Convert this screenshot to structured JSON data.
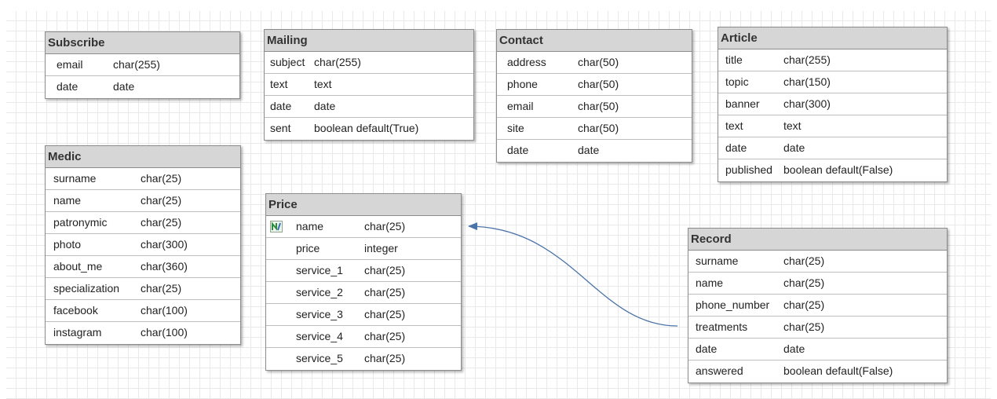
{
  "tables": [
    {
      "id": "subscribe",
      "name": "Subscribe",
      "fields": [
        {
          "name": "email",
          "type": "char(255)"
        },
        {
          "name": "date",
          "type": "date"
        }
      ]
    },
    {
      "id": "mailing",
      "name": "Mailing",
      "fields": [
        {
          "name": "subject",
          "type": "char(255)"
        },
        {
          "name": "text",
          "type": "text"
        },
        {
          "name": "date",
          "type": "date"
        },
        {
          "name": "sent",
          "type": "boolean default(True)"
        }
      ]
    },
    {
      "id": "contact",
      "name": "Contact",
      "fields": [
        {
          "name": "address",
          "type": "char(50)"
        },
        {
          "name": "phone",
          "type": "char(50)"
        },
        {
          "name": "email",
          "type": "char(50)"
        },
        {
          "name": "site",
          "type": "char(50)"
        },
        {
          "name": "date",
          "type": "date"
        }
      ]
    },
    {
      "id": "article",
      "name": "Article",
      "fields": [
        {
          "name": "title",
          "type": "char(255)"
        },
        {
          "name": "topic",
          "type": "char(150)"
        },
        {
          "name": "banner",
          "type": "char(300)"
        },
        {
          "name": "text",
          "type": "text"
        },
        {
          "name": "date",
          "type": "date"
        },
        {
          "name": "published",
          "type": "boolean default(False)"
        }
      ]
    },
    {
      "id": "medic",
      "name": "Medic",
      "fields": [
        {
          "name": "surname",
          "type": "char(25)"
        },
        {
          "name": "name",
          "type": "char(25)"
        },
        {
          "name": "patronymic",
          "type": "char(25)"
        },
        {
          "name": "photo",
          "type": "char(300)"
        },
        {
          "name": "about_me",
          "type": "char(360)"
        },
        {
          "name": "specialization",
          "type": "char(25)"
        },
        {
          "name": "facebook",
          "type": "char(100)"
        },
        {
          "name": "instagram",
          "type": "char(100)"
        }
      ]
    },
    {
      "id": "price",
      "name": "Price",
      "fields": [
        {
          "name": "name",
          "type": "char(25)",
          "key": true
        },
        {
          "name": "price",
          "type": "integer"
        },
        {
          "name": "service_1",
          "type": "char(25)"
        },
        {
          "name": "service_2",
          "type": "char(25)"
        },
        {
          "name": "service_3",
          "type": "char(25)"
        },
        {
          "name": "service_4",
          "type": "char(25)"
        },
        {
          "name": "service_5",
          "type": "char(25)"
        }
      ]
    },
    {
      "id": "record",
      "name": "Record",
      "fields": [
        {
          "name": "surname",
          "type": "char(25)"
        },
        {
          "name": "name",
          "type": "char(25)"
        },
        {
          "name": "phone_number",
          "type": "char(25)"
        },
        {
          "name": "treatments",
          "type": "char(25)"
        },
        {
          "name": "date",
          "type": "date"
        },
        {
          "name": "answered",
          "type": "boolean default(False)"
        }
      ]
    }
  ],
  "relations": [
    {
      "from": "record.treatments",
      "to": "price.name"
    }
  ],
  "colors": {
    "header": "#d6d6d6",
    "border": "#8c8c8c",
    "grid": "#e9e9e9",
    "connector": "#4a73a8"
  },
  "icons": {
    "key_field": "primary-key-icon"
  }
}
